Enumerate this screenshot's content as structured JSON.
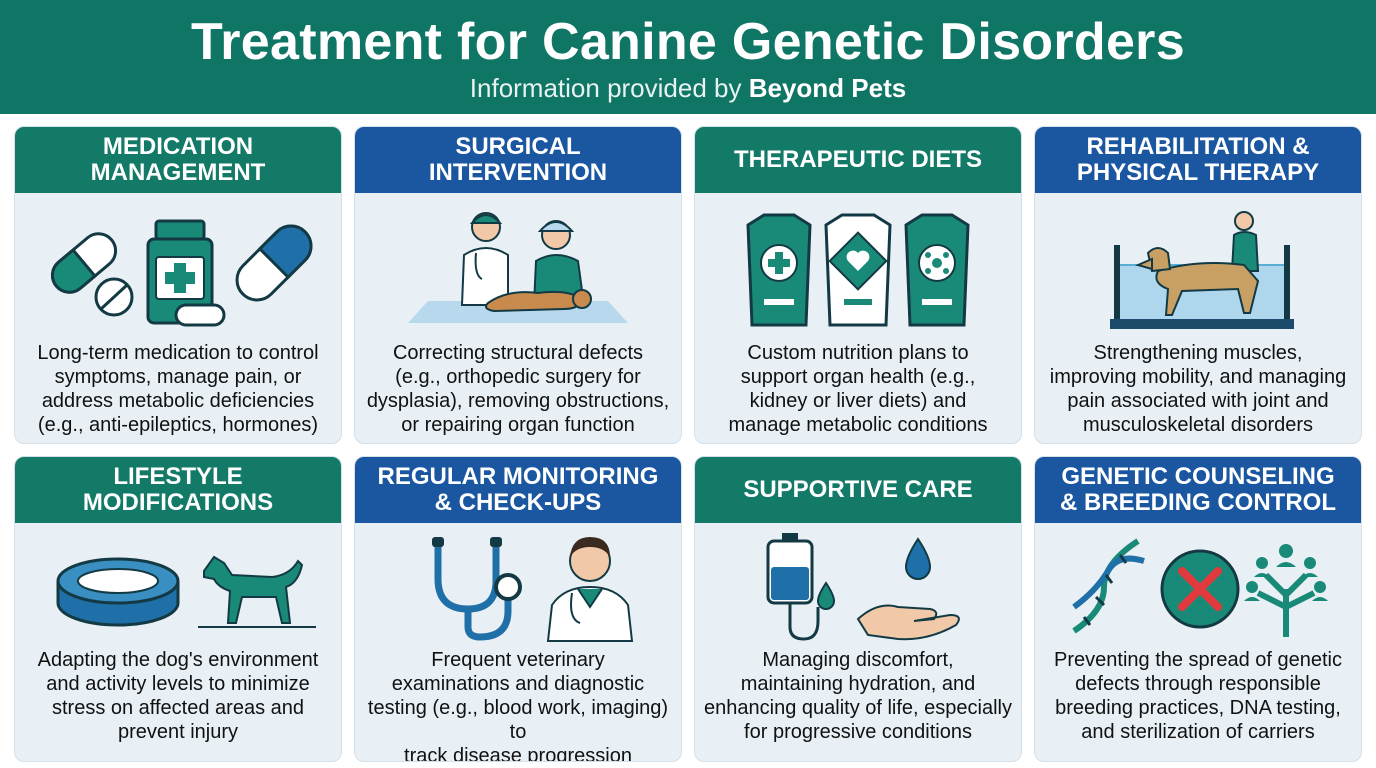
{
  "header": {
    "title": "Treatment for Canine Genetic Disorders",
    "subtitle_prefix": "Information provided by ",
    "subtitle_brand": "Beyond Pets"
  },
  "colors": {
    "teal": "#137a68",
    "blue": "#1b56a1",
    "header_bg": "#0f7564",
    "card_bg": "#e8f0f5"
  },
  "cards": [
    {
      "title": "MEDICATION\nMANAGEMENT",
      "description": "Long-term medication to control\nsymptoms, manage pain, or\naddress metabolic deficiencies\n(e.g., anti-epileptics, hormones)",
      "icons": [
        "capsule-icon",
        "pill-tablet-icon",
        "medicine-bottle-icon",
        "capsule-icon"
      ]
    },
    {
      "title": "SURGICAL\nINTERVENTION",
      "description": "Correcting structural defects\n(e.g., orthopedic surgery for\ndysplasia), removing obstructions,\nor repairing organ function",
      "icons": [
        "veterinary-surgeons-icon"
      ]
    },
    {
      "title": "THERAPEUTIC DIETS",
      "description": "Custom nutrition plans to\nsupport organ health (e.g.,\nkidney or liver diets) and\nmanage metabolic conditions",
      "icons": [
        "food-bag-medical-icon",
        "food-bag-heart-icon",
        "food-bag-molecule-icon"
      ]
    },
    {
      "title": "REHABILITATION &\nPHYSICAL THERAPY",
      "description": "Strengthening muscles,\nimproving mobility, and managing\npain associated with joint and\nmusculoskeletal disorders",
      "icons": [
        "hydrotherapy-dog-icon"
      ]
    },
    {
      "title": "LIFESTYLE\nMODIFICATIONS",
      "description": "Adapting the dog's environment\nand activity levels to minimize\nstress on affected areas and\nprevent injury",
      "icons": [
        "dog-bed-icon",
        "dog-icon"
      ]
    },
    {
      "title": "REGULAR MONITORING\n& CHECK-UPS",
      "description": "Frequent veterinary\nexaminations and diagnostic\ntesting (e.g., blood work, imaging) to\ntrack disease progression",
      "icons": [
        "stethoscope-icon",
        "doctor-icon"
      ]
    },
    {
      "title": "SUPPORTIVE CARE",
      "description": "Managing discomfort,\nmaintaining hydration, and\nenhancing quality of life, especially\nfor progressive conditions",
      "icons": [
        "iv-drip-icon",
        "water-drop-hand-icon"
      ]
    },
    {
      "title": "GENETIC COUNSELING\n& BREEDING CONTROL",
      "description": "Preventing the spread of genetic\ndefects through responsible\nbreeding practices, DNA testing,\nand sterilization of carriers",
      "icons": [
        "dna-icon",
        "cross-mark-icon",
        "family-tree-icon"
      ]
    }
  ]
}
